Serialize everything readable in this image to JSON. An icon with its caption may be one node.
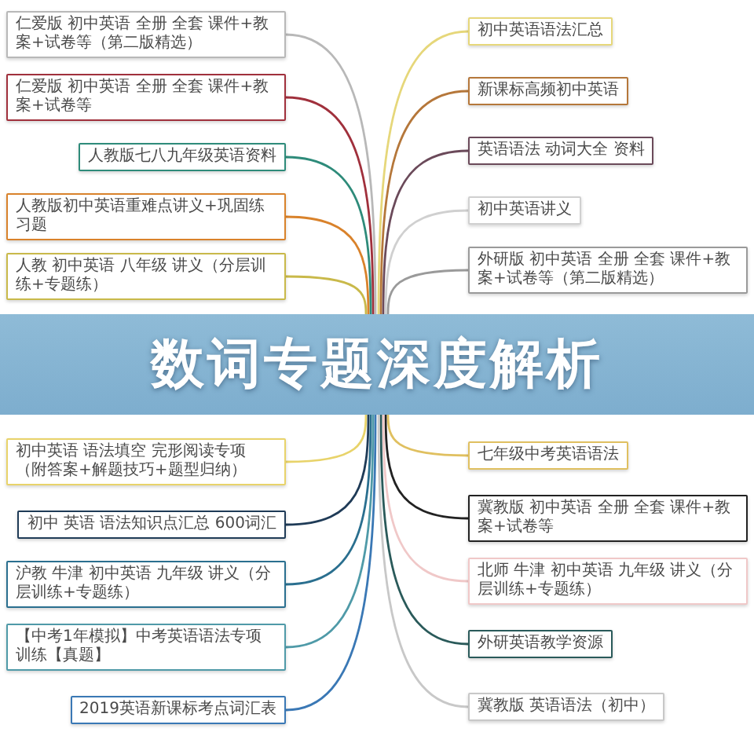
{
  "diagram": {
    "title": "数词专题深度解析",
    "nodes": [
      {
        "text": [
          "仁爱版 初中英语 全册 全套 课件+教案+试卷等（第二版精选）"
        ]
      },
      {
        "text": [
          "仁爱版 初中英语 全册 全套 课件+教案+试卷等"
        ]
      },
      {
        "text": [
          "人教版七八九年级英语资料"
        ]
      },
      {
        "text": [
          "人教版初中英语重难点讲义+巩固练习题"
        ]
      },
      {
        "text": [
          "人教 初中英语 八年级 讲义（分层训练+专题练）"
        ]
      },
      {
        "text": [
          "初中英语 语法填空 完形阅读专项（附答案+解题技巧+题型归纳）"
        ]
      },
      {
        "text": [
          "初中 英语 语法知识点汇总 600词汇"
        ]
      },
      {
        "text": [
          "沪教 牛津 初中英语 九年级 讲义（分层训练+专题练）"
        ]
      },
      {
        "text": [
          "【中考1年模拟】中考英语语法专项训练【真题】"
        ]
      },
      {
        "text": [
          "2019英语新课标考点词汇表"
        ]
      },
      {
        "text": [
          "初中英语语法汇总"
        ]
      },
      {
        "text": [
          "新课标高频初中英语"
        ]
      },
      {
        "text": [
          "英语语法 动词大全 资料"
        ]
      },
      {
        "text": [
          "初中英语讲义"
        ]
      },
      {
        "text": [
          "外研版 初中英语 全册 全套 课件+教案+试卷等（第二版精选）"
        ]
      },
      {
        "text": [
          "七年级中考英语语法"
        ]
      },
      {
        "text": [
          "冀教版 初中英语 全册 全套 课件+教案+试卷等"
        ]
      },
      {
        "text": [
          "北师 牛津 初中英语 九年级 讲义（分层训练+专题练）"
        ]
      },
      {
        "text": [
          "外研英语教学资源"
        ]
      },
      {
        "text": [
          "冀教版 英语语法（初中）"
        ]
      }
    ],
    "edges": [
      {
        "from": null,
        "to": 0,
        "arrow": "none",
        "color": "#b8b8b8"
      },
      {
        "from": null,
        "to": 1,
        "arrow": "none",
        "color": "#a0303c"
      },
      {
        "from": null,
        "to": 2,
        "arrow": "none",
        "color": "#2e8b7a"
      },
      {
        "from": null,
        "to": 3,
        "arrow": "none",
        "color": "#d9822b"
      },
      {
        "from": null,
        "to": 4,
        "arrow": "none",
        "color": "#c9b94a"
      },
      {
        "from": null,
        "to": 5,
        "arrow": "none",
        "color": "#e8d36a"
      },
      {
        "from": null,
        "to": 6,
        "arrow": "none",
        "color": "#1f3b57"
      },
      {
        "from": null,
        "to": 7,
        "arrow": "none",
        "color": "#2a6f8f"
      },
      {
        "from": null,
        "to": 8,
        "arrow": "none",
        "color": "#4f9aa8"
      },
      {
        "from": null,
        "to": 9,
        "arrow": "none",
        "color": "#3a78b5"
      },
      {
        "from": null,
        "to": 10,
        "arrow": "none",
        "color": "#e6d77a"
      },
      {
        "from": null,
        "to": 11,
        "arrow": "none",
        "color": "#b5773a"
      },
      {
        "from": null,
        "to": 12,
        "arrow": "none",
        "color": "#6b4a5a"
      },
      {
        "from": null,
        "to": 13,
        "arrow": "none",
        "color": "#d0d0d0"
      },
      {
        "from": null,
        "to": 14,
        "arrow": "none",
        "color": "#9a9a9a"
      },
      {
        "from": null,
        "to": 15,
        "arrow": "none",
        "color": "#e0c060"
      },
      {
        "from": null,
        "to": 16,
        "arrow": "none",
        "color": "#222222"
      },
      {
        "from": null,
        "to": 17,
        "arrow": "none",
        "color": "#f0c8c8"
      },
      {
        "from": null,
        "to": 18,
        "arrow": "none",
        "color": "#2a5a5a"
      },
      {
        "from": null,
        "to": 19,
        "arrow": "none",
        "color": "#c8c8c8"
      }
    ]
  }
}
